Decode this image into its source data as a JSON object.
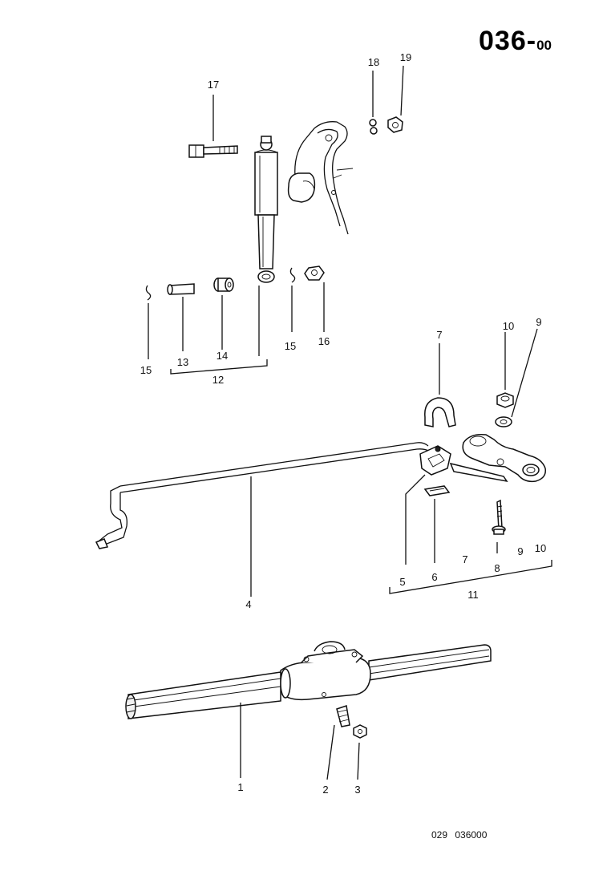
{
  "header": {
    "code": "036",
    "dash": "-",
    "suffix": "00"
  },
  "footer": {
    "ref": "029 036000"
  },
  "callouts": {
    "c1": "1",
    "c2": "2",
    "c3": "3",
    "c4": "4",
    "c5": "5",
    "c6": "6",
    "c7": "7",
    "c7b": "7",
    "c8": "8",
    "c9": "9",
    "c9b": "9",
    "c10": "10",
    "c10b": "10",
    "c11": "11",
    "c12": "12",
    "c13": "13",
    "c14": "14",
    "c15a": "15",
    "c15b": "15",
    "c16": "16",
    "c17": "17",
    "c18": "18",
    "c19": "19"
  }
}
